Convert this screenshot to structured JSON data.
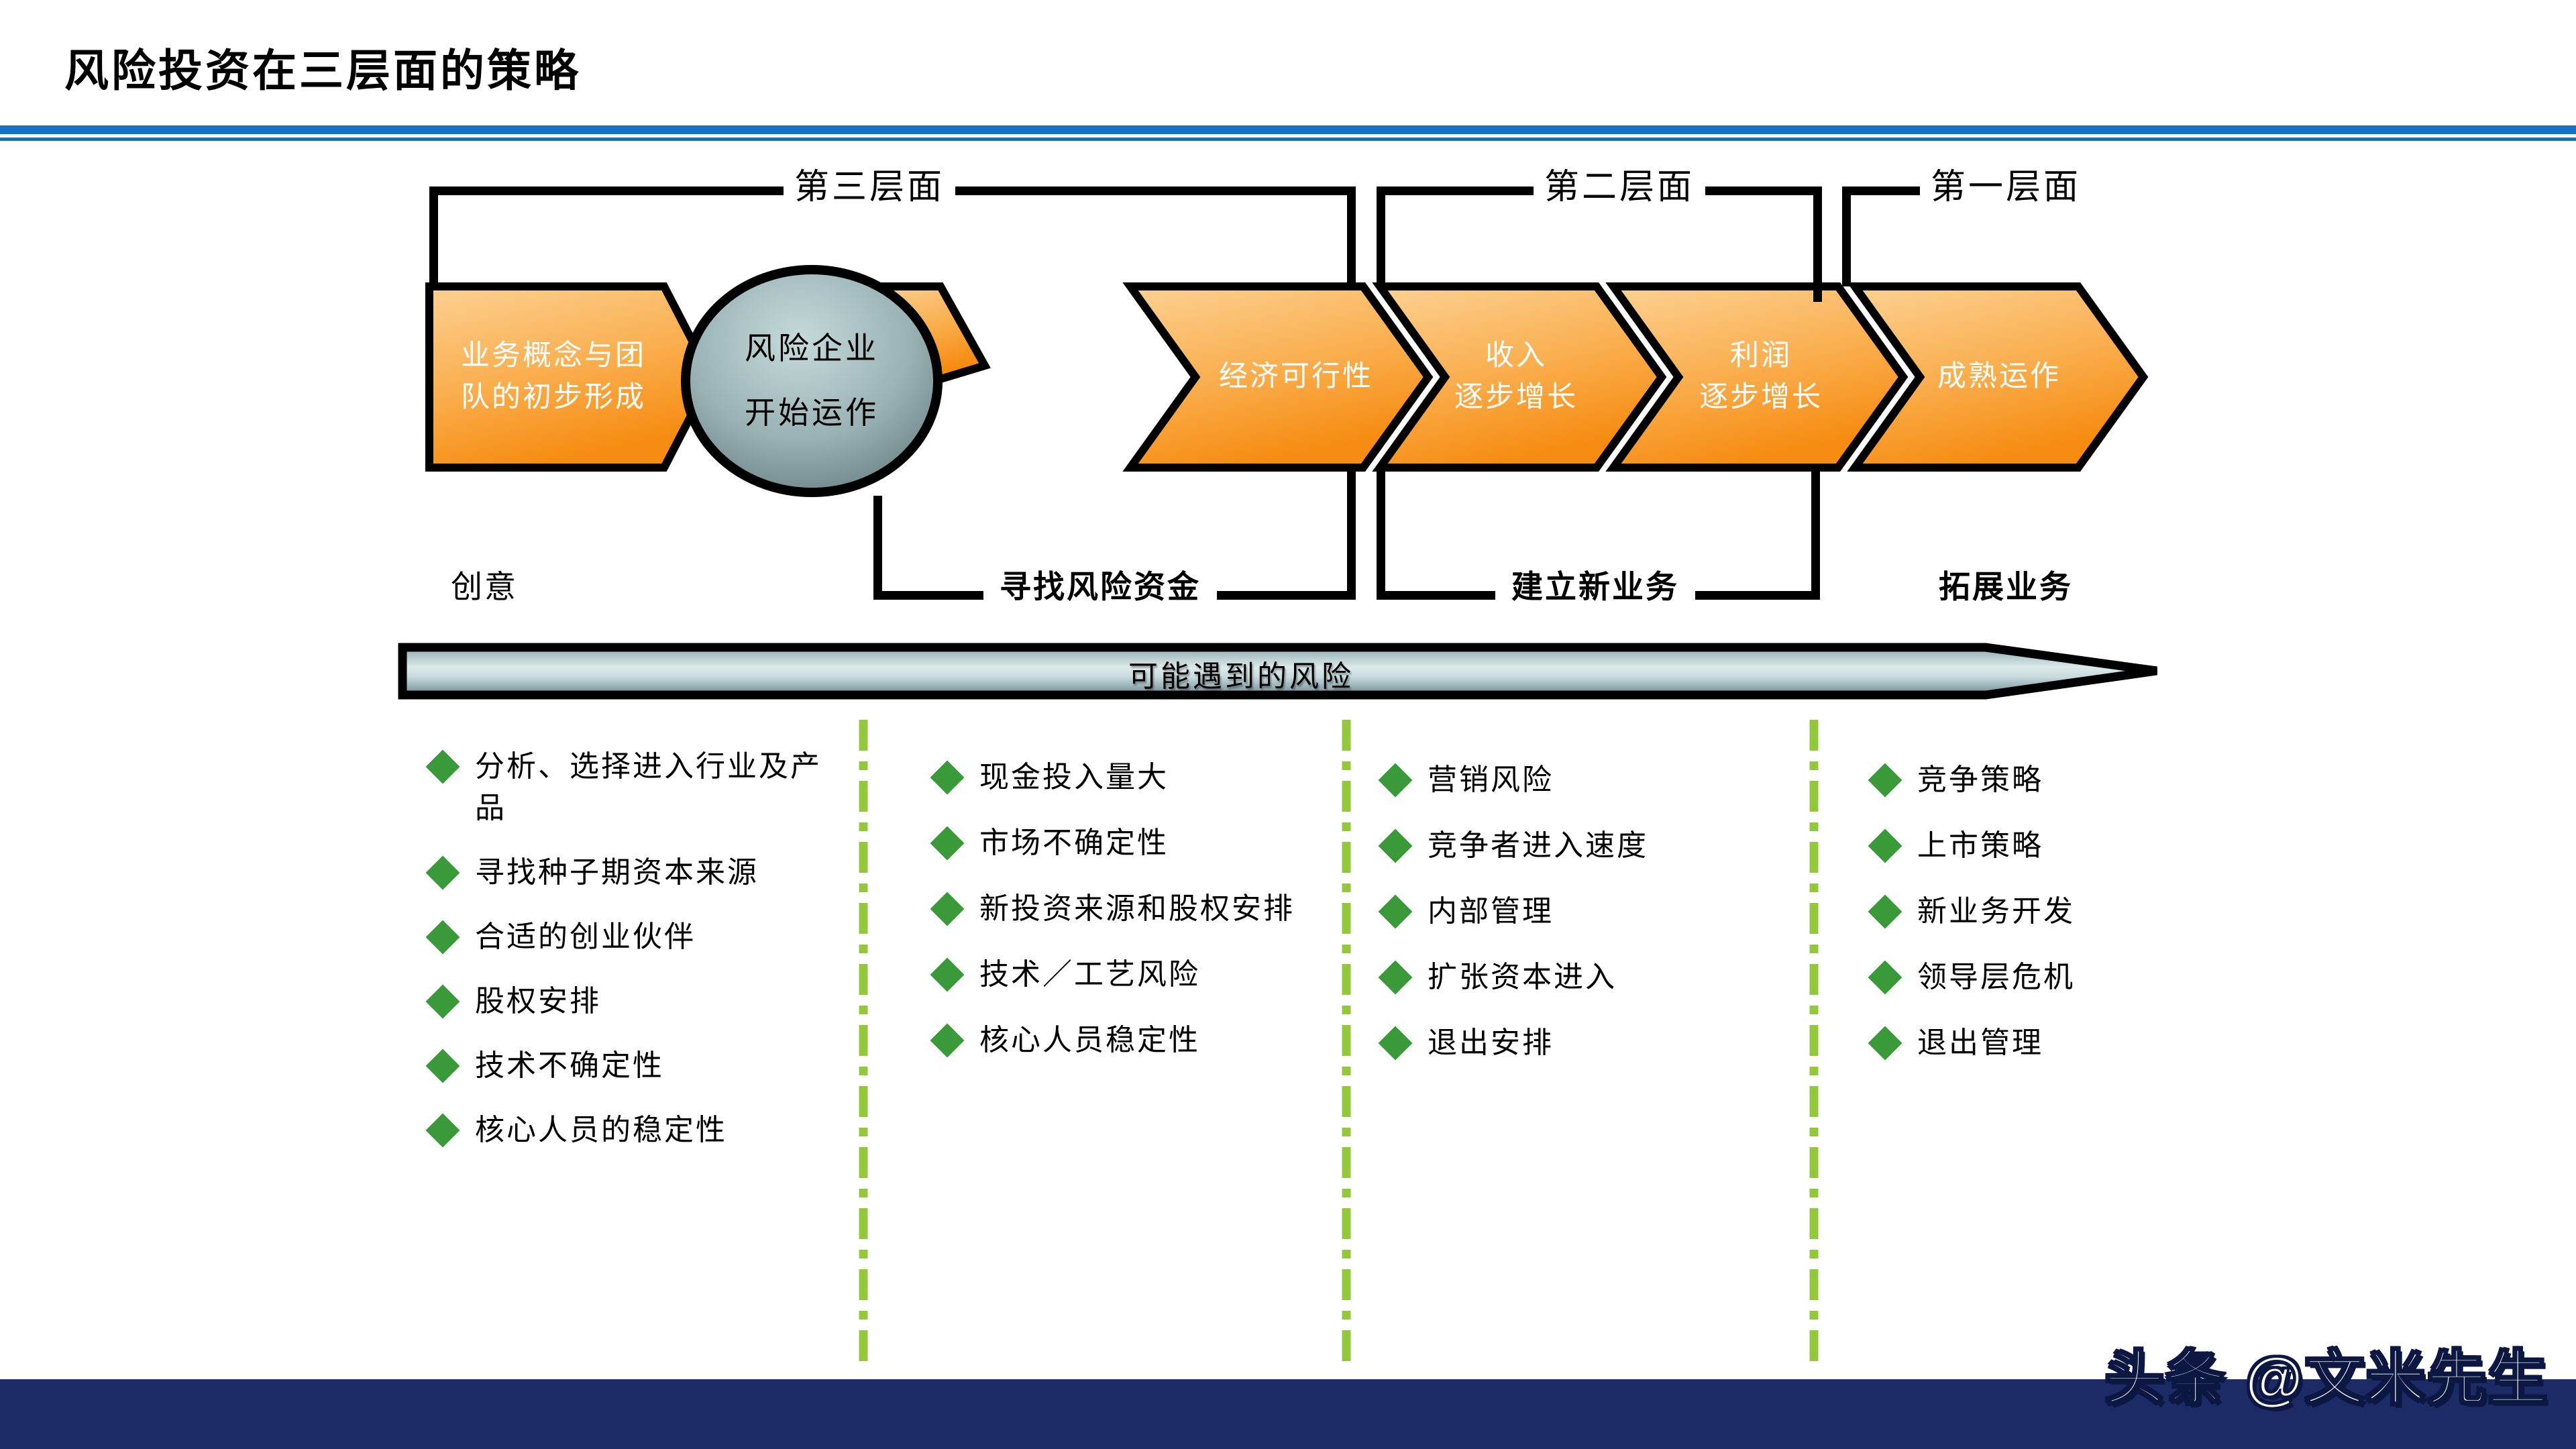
{
  "title": "风险投资在三层面的策略",
  "levels": {
    "l3": "第三层面",
    "l2": "第二层面",
    "l1": "第一层面"
  },
  "stages": {
    "concept": {
      "line1": "业务概念与团",
      "line2": "队的初步形成"
    },
    "startup": {
      "line1": "风险企业",
      "line2": "开始运作"
    },
    "feasibility": {
      "label": "经济可行性"
    },
    "revenue": {
      "line1": "收入",
      "line2": "逐步增长"
    },
    "profit": {
      "line1": "利润",
      "line2": "逐步增长"
    },
    "mature": {
      "label": "成熟运作"
    }
  },
  "phases": {
    "idea": "创意",
    "seek": "寻找风险资金",
    "build": "建立新业务",
    "expand": "拓展业务"
  },
  "banner": "可能遇到的风险",
  "columns": [
    {
      "items": [
        "分析、选择进入行业及产品",
        "寻找种子期资本来源",
        "合适的创业伙伴",
        "股权安排",
        "技术不确定性",
        "核心人员的稳定性"
      ]
    },
    {
      "items": [
        "现金投入量大",
        "市场不确定性",
        "新投资来源和股权安排",
        "技术／工艺风险",
        "核心人员稳定性"
      ]
    },
    {
      "items": [
        "营销风险",
        "竞争者进入速度",
        "内部管理",
        "扩张资本进入",
        "退出安排"
      ]
    },
    {
      "items": [
        "竞争策略",
        "上市策略",
        "新业务开发",
        "领导层危机",
        "退出管理"
      ]
    }
  ],
  "watermark": "头条 @文米先生",
  "colors": {
    "accent_blue": "#1472C0",
    "arrow_orange_light": "#FCD193",
    "arrow_orange_dark": "#F68C12",
    "circle_gray_light": "#C6DADA",
    "circle_gray_dark": "#62787E",
    "banner_gray_light": "#DCEAEA",
    "banner_gray_dark": "#6E8890",
    "diamond_green": "#3A9A3A",
    "dash_green": "#93C83D",
    "footer_navy": "#1C2A66",
    "line_black": "#000000"
  }
}
